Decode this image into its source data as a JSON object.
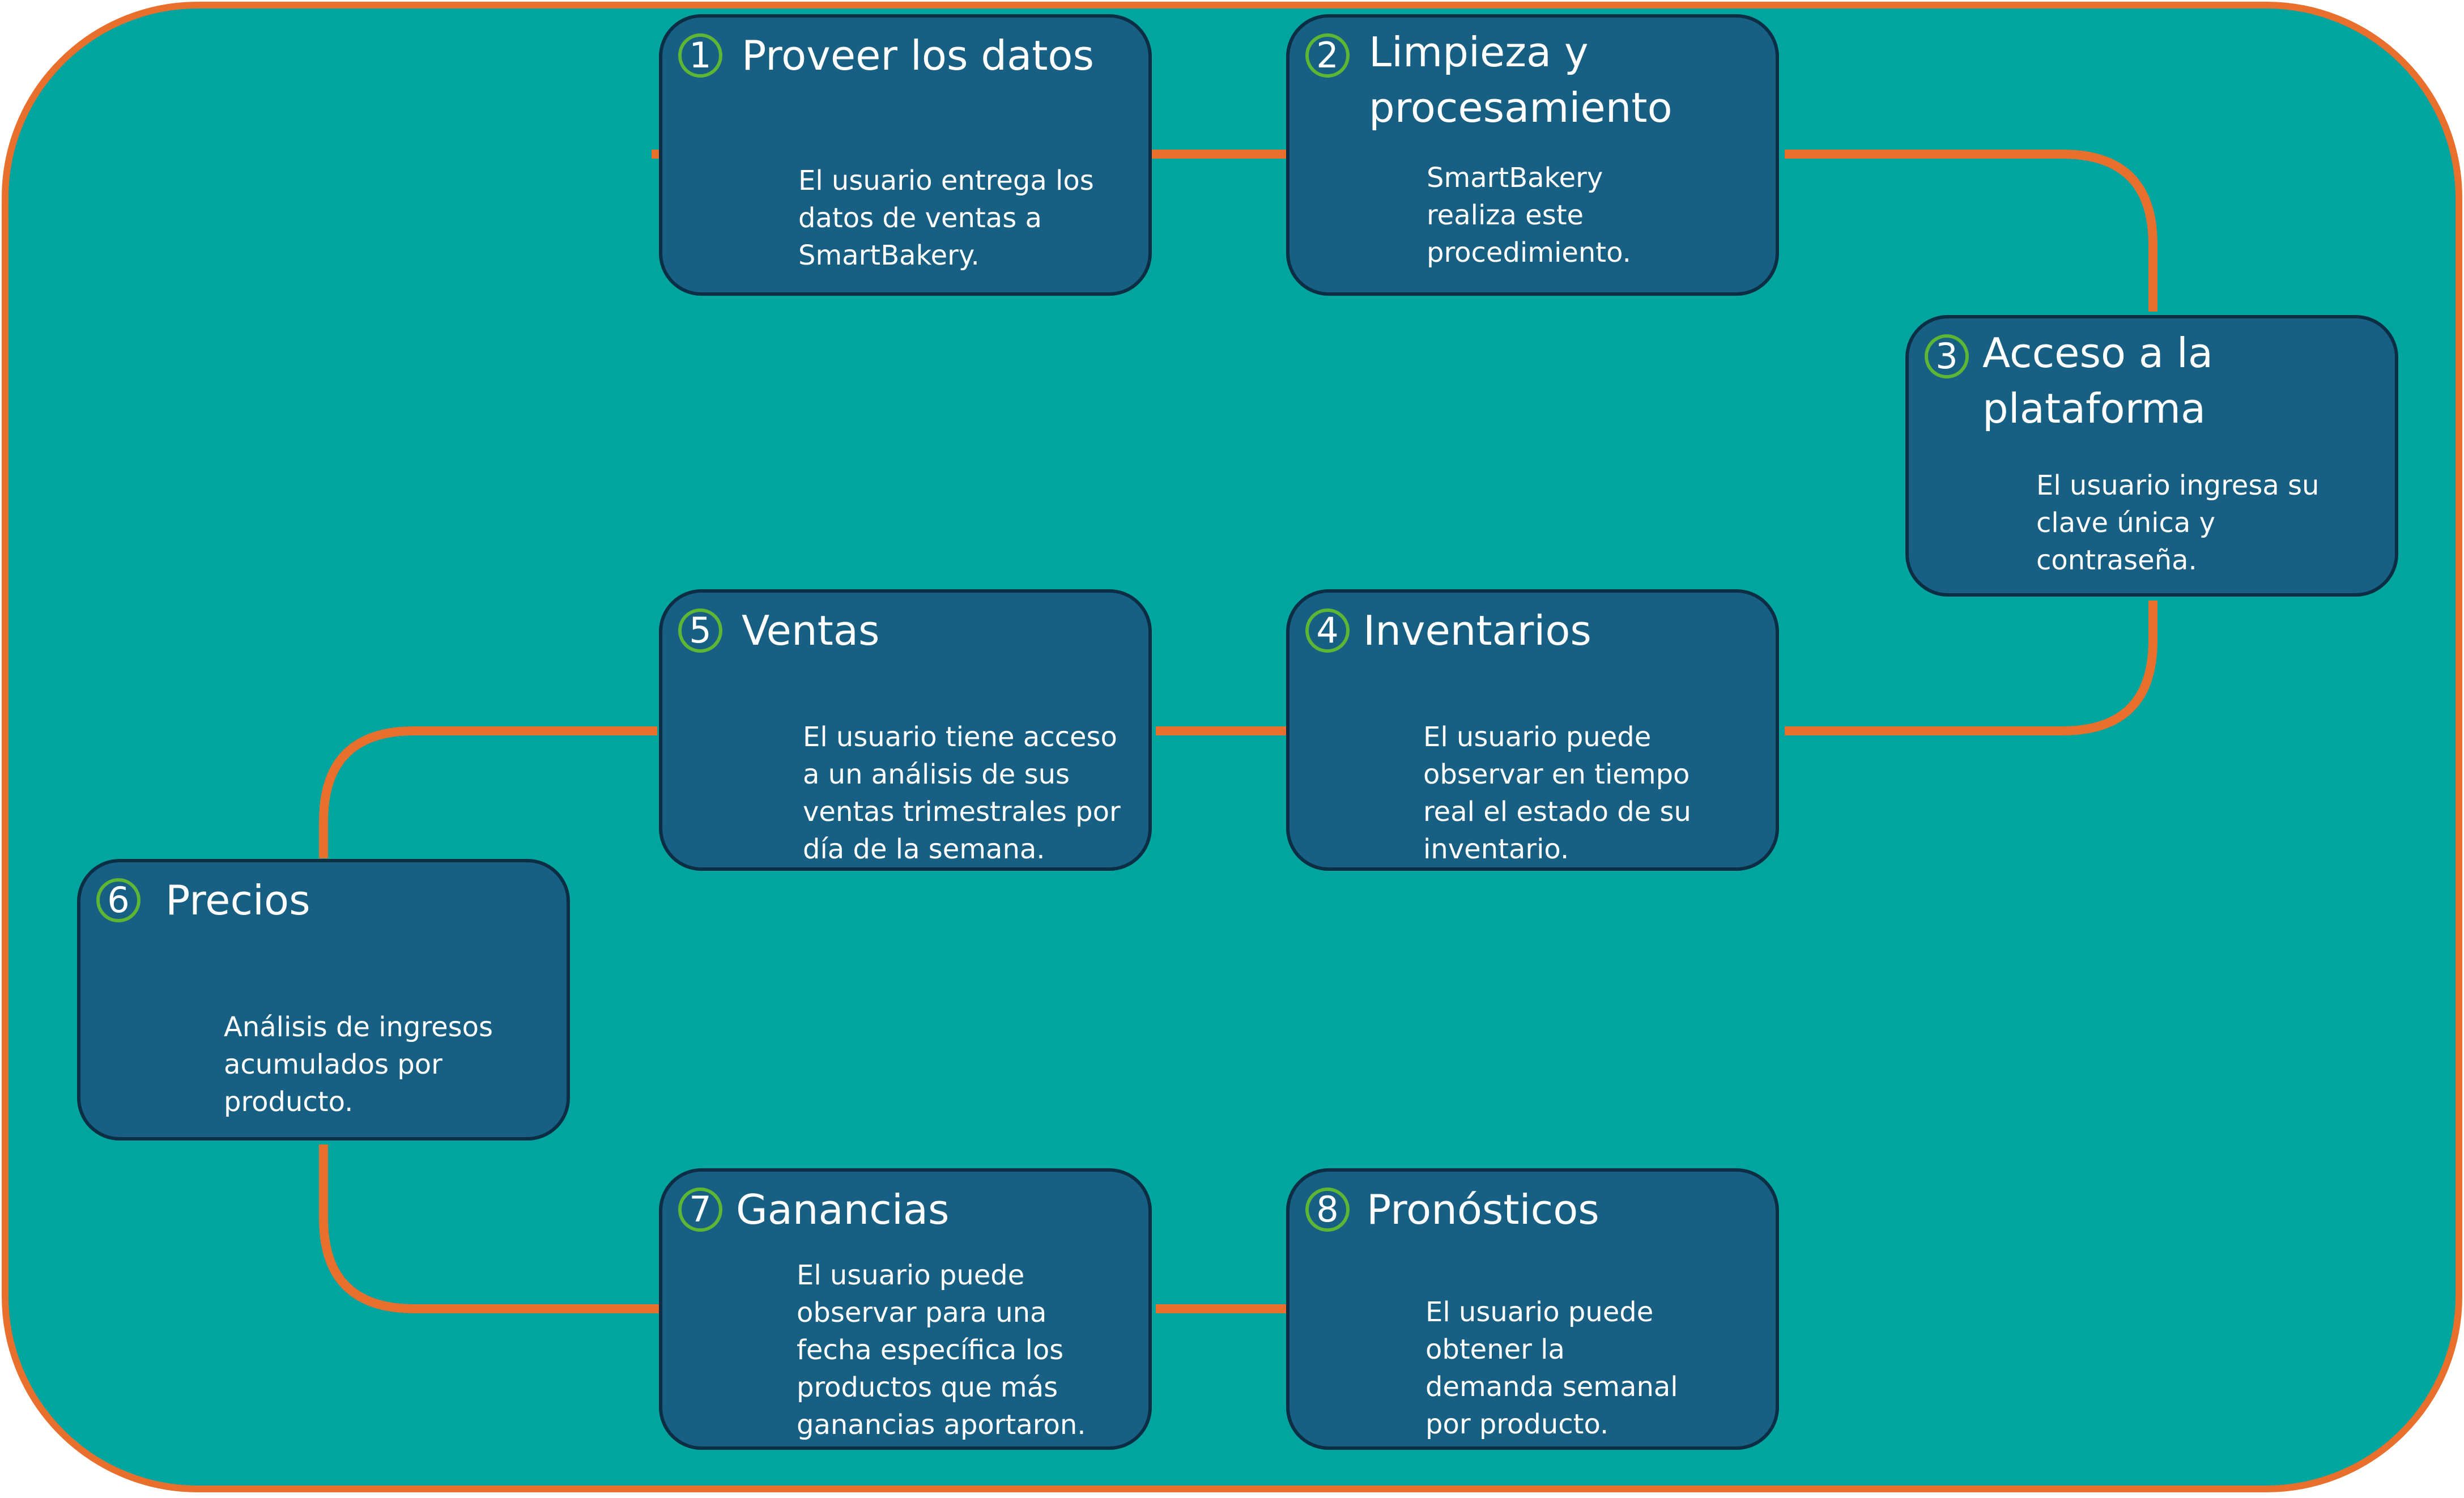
{
  "colors": {
    "canvas_fill": "#00a5a0",
    "canvas_border": "#e86f2c",
    "connector": "#e86f2c",
    "card_fill": "#175f83",
    "card_border": "#0b2e44",
    "badge_ring": "#5db634",
    "text": "#ffffff"
  },
  "steps": [
    {
      "number": "1",
      "title": "Proveer los datos",
      "description": "El usuario entrega los datos de ventas a SmartBakery."
    },
    {
      "number": "2",
      "title": "Limpieza y procesamiento",
      "description": "SmartBakery realiza este procedimiento."
    },
    {
      "number": "3",
      "title": "Acceso a la plataforma",
      "description": "El usuario ingresa su clave única y contraseña."
    },
    {
      "number": "4",
      "title": "Inventarios",
      "description": "El usuario puede observar en tiempo real el estado de su inventario."
    },
    {
      "number": "5",
      "title": "Ventas",
      "description": "El usuario tiene acceso a un análisis de sus ventas trimestrales por día de la semana."
    },
    {
      "number": "6",
      "title": "Precios",
      "description": "Análisis de ingresos acumulados por producto."
    },
    {
      "number": "7",
      "title": "Ganancias",
      "description": "El usuario puede observar para una fecha específica los productos que más ganancias aportaron."
    },
    {
      "number": "8",
      "title": "Pronósticos",
      "description": "El usuario puede obtener la demanda semanal por producto."
    }
  ]
}
